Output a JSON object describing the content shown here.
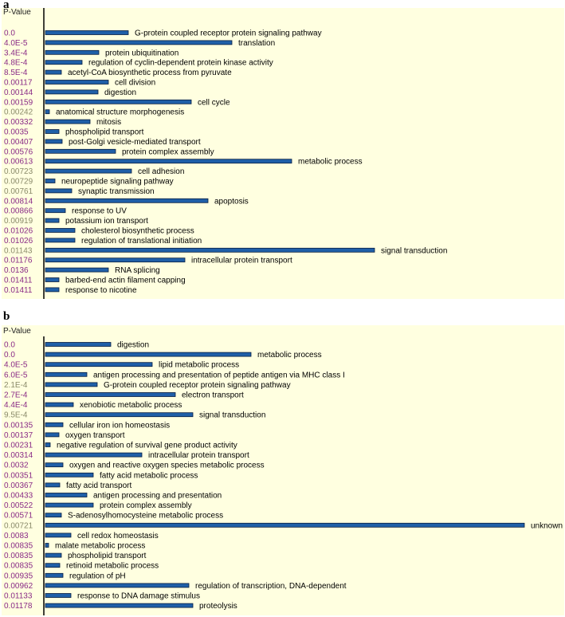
{
  "colors": {
    "plot_background": "#ffffe0",
    "bar_fill": "#1f5fa8",
    "bar_stroke": "#0a1f40",
    "pvalue_purple": "#8a2b86",
    "pvalue_gray": "#8a8a6a",
    "axis": "#000000"
  },
  "chart_data": [
    {
      "type": "bar",
      "orientation": "horizontal",
      "panel_label": "a",
      "value_header": "P-Value",
      "categories": [
        "G-protein coupled receptor protein signaling pathway",
        "translation",
        "protein ubiquitination",
        "regulation of cyclin-dependent protein kinase activity",
        "acetyl-CoA biosynthetic process from pyruvate",
        "cell division",
        "digestion",
        "cell cycle",
        "anatomical structure morphogenesis",
        "mitosis",
        "phospholipid transport",
        "post-Golgi vesicle-mediated transport",
        "protein complex assembly",
        "metabolic process",
        "cell adhesion",
        "neuropeptide signaling pathway",
        "synaptic transmission",
        "apoptosis",
        "response to UV",
        "potassium ion transport",
        "cholesterol biosynthetic process",
        "regulation of translational initiation",
        "signal transduction",
        "intracellular protein transport",
        "RNA splicing",
        "barbed-end actin filament capping",
        "response to nicotine"
      ],
      "p_values": [
        "0.0",
        "4.0E-5",
        "3.4E-4",
        "4.8E-4",
        "8.5E-4",
        "0.00117",
        "0.00144",
        "0.00159",
        "0.00242",
        "0.00332",
        "0.0035",
        "0.00407",
        "0.00576",
        "0.00613",
        "0.00723",
        "0.00729",
        "0.00761",
        "0.00814",
        "0.00866",
        "0.00919",
        "0.01026",
        "0.01026",
        "0.01143",
        "0.01176",
        "0.0136",
        "0.01411",
        "0.01411"
      ],
      "values": [
        104,
        234,
        67,
        46,
        20,
        79,
        66,
        183,
        5,
        56,
        17,
        21,
        88,
        309,
        108,
        12,
        33,
        204,
        25,
        17,
        37,
        37,
        413,
        175,
        79,
        17,
        17
      ],
      "p_value_color": [
        "purple",
        "purple",
        "purple",
        "purple",
        "purple",
        "purple",
        "purple",
        "purple",
        "gray",
        "purple",
        "purple",
        "purple",
        "purple",
        "purple",
        "gray",
        "gray",
        "gray",
        "purple",
        "purple",
        "gray",
        "purple",
        "purple",
        "gray",
        "purple",
        "purple",
        "purple",
        "purple"
      ]
    },
    {
      "type": "bar",
      "orientation": "horizontal",
      "panel_label": "b",
      "value_header": "P-Value",
      "categories": [
        "digestion",
        "metabolic process",
        "lipid metabolic process",
        "antigen processing and presentation of peptide antigen via MHC class I",
        "G-protein coupled receptor protein signaling pathway",
        "electron transport",
        "xenobiotic metabolic process",
        "signal transduction",
        "cellular iron ion homeostasis",
        "oxygen transport",
        "negative regulation of survival gene product activity",
        "intracellular protein transport",
        "oxygen and reactive oxygen species metabolic process",
        "fatty acid metabolic process",
        "fatty acid transport",
        "antigen processing and presentation",
        "protein complex assembly",
        "S-adenosylhomocysteine metabolic process",
        "unknown",
        "cell redox homeostasis",
        "malate metabolic process",
        "phospholipid transport",
        "retinoid metabolic process",
        "regulation of pH",
        "regulation of transcription, DNA-dependent",
        "response to DNA damage stimulus",
        "proteolysis"
      ],
      "p_values": [
        "0.0",
        "0.0",
        "4.0E-5",
        "6.0E-5",
        "2.1E-4",
        "2.7E-4",
        "4.4E-4",
        "9.5E-4",
        "0.00135",
        "0.00137",
        "0.00231",
        "0.00314",
        "0.0032",
        "0.00351",
        "0.00367",
        "0.00433",
        "0.00522",
        "0.00571",
        "0.00721",
        "0.0083",
        "0.00835",
        "0.00835",
        "0.00835",
        "0.00935",
        "0.00962",
        "0.01133",
        "0.01178"
      ],
      "values": [
        82,
        258,
        134,
        52,
        65,
        163,
        35,
        185,
        22,
        17,
        6,
        121,
        22,
        60,
        18,
        52,
        60,
        20,
        601,
        32,
        4,
        20,
        18,
        22,
        180,
        32,
        185
      ],
      "p_value_color": [
        "purple",
        "purple",
        "purple",
        "purple",
        "gray",
        "purple",
        "purple",
        "gray",
        "purple",
        "purple",
        "purple",
        "purple",
        "purple",
        "purple",
        "purple",
        "purple",
        "purple",
        "purple",
        "gray",
        "purple",
        "purple",
        "purple",
        "purple",
        "purple",
        "purple",
        "purple",
        "purple"
      ]
    }
  ]
}
